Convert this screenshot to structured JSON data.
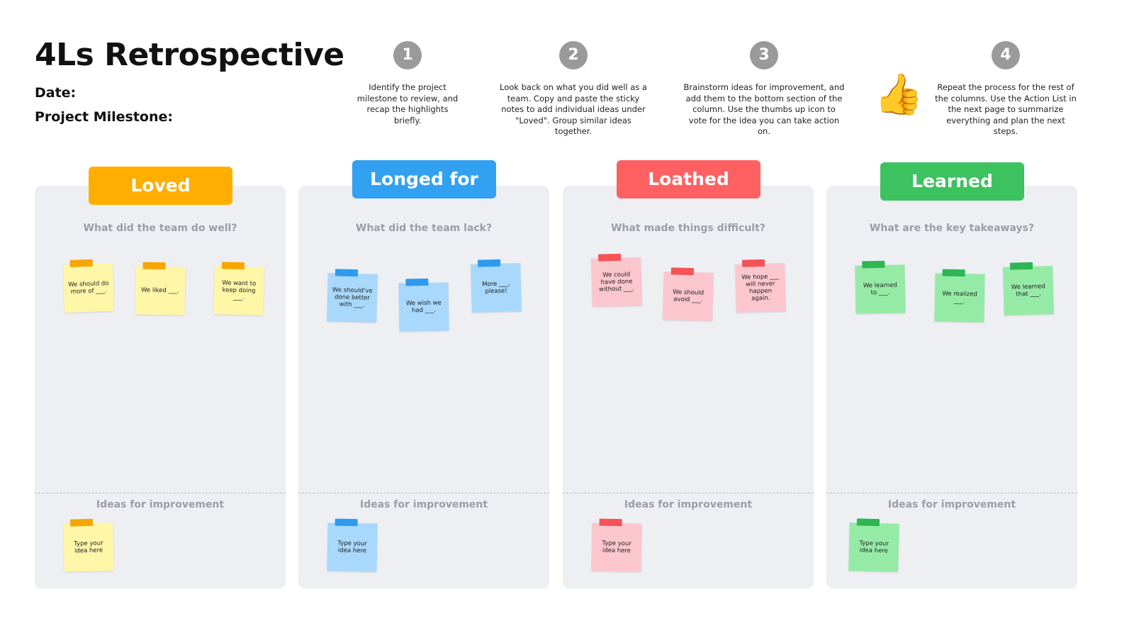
{
  "header": {
    "title": "4Ls Retrospective",
    "date_label": "Date:",
    "milestone_label": "Project Milestone:"
  },
  "steps": [
    {
      "num": "1",
      "text": "Identify the project milestone to review, and recap the highlights briefly."
    },
    {
      "num": "2",
      "text": "Look back on what you did well as a team. Copy and paste the sticky notes to add individual ideas under \"Loved\". Group similar ideas together."
    },
    {
      "num": "3",
      "text": "Brainstorm ideas for improvement, and add them to the bottom section of the column. Use the thumbs up icon to vote for the idea you can take action on."
    },
    {
      "num": "4",
      "text": "Repeat the process for the rest of the columns. Use the Action List in the next page to summarize everything and plan the next steps."
    }
  ],
  "thumbs_icon": "thumbs-up-icon",
  "columns": [
    {
      "label": "Loved",
      "color": "#FFAE00",
      "note_color": "#FFF6A8",
      "tape_color": "#F7A600",
      "question": "What did the team do well?",
      "notes": [
        "We should do more of ___.",
        "We liked ___.",
        "We want to keep doing ___."
      ],
      "ideas_label": "Ideas for improvement",
      "idea_note": "Type your idea here"
    },
    {
      "label": "Longed for",
      "color": "#33A1F2",
      "note_color": "#A8D8FB",
      "tape_color": "#2E9BEE",
      "question": "What did the team lack?",
      "notes": [
        "We should've done better with ___.",
        "We wish we had ___.",
        "More ___, please!"
      ],
      "ideas_label": "Ideas for improvement",
      "idea_note": "Type your idea here"
    },
    {
      "label": "Loathed",
      "color": "#FF6163",
      "note_color": "#FBC6CD",
      "tape_color": "#F55358",
      "question": "What made things difficult?",
      "notes": [
        "We could have done without ___.",
        "We should avoid ___.",
        "We hope ___ will never happen again."
      ],
      "ideas_label": "Ideas for improvement",
      "idea_note": "Type your idea here"
    },
    {
      "label": "Learned",
      "color": "#3CC25E",
      "note_color": "#95EBA6",
      "tape_color": "#2DB653",
      "question": "What are the key takeaways?",
      "notes": [
        "We learned to ___.",
        "We realized ___.",
        "We learned that ___."
      ],
      "ideas_label": "Ideas for improvement",
      "idea_note": "Type your idea here"
    }
  ]
}
